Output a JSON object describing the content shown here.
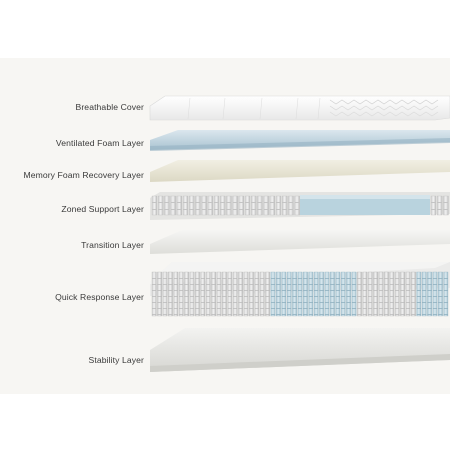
{
  "layers": [
    {
      "label": "Breathable Cover"
    },
    {
      "label": "Ventilated Foam Layer"
    },
    {
      "label": "Memory Foam Recovery Layer"
    },
    {
      "label": "Zoned Support Layer"
    },
    {
      "label": "Transition Layer"
    },
    {
      "label": "Quick Response Layer"
    },
    {
      "label": "Stability Layer"
    }
  ],
  "colors": {
    "background": "#f7f6f3",
    "cover": "#f4f4f4",
    "ventilated_foam": "#c9dbe4",
    "memory_foam": "#e9e6d8",
    "zone_blue": "#b9d3de",
    "transition": "#ececea",
    "stability": "#e6e6e3"
  }
}
